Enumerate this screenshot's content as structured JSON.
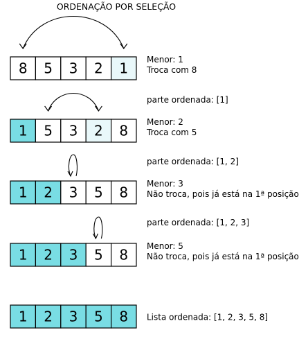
{
  "title": "ORDENAÇÃO POR SELEÇÃO",
  "colors": {
    "sorted": "#79dde4",
    "highlight": "#e9f8fa",
    "plain": "#ffffff"
  },
  "steps": [
    {
      "values": [
        "8",
        "5",
        "3",
        "2",
        "1"
      ],
      "states": [
        "plain",
        "plain",
        "plain",
        "plain",
        "highlight"
      ],
      "notes": [
        "Menor: 1",
        "Troca com 8"
      ],
      "swap": [
        0,
        4
      ]
    },
    {
      "values": [
        "1",
        "5",
        "3",
        "2",
        "8"
      ],
      "states": [
        "sorted",
        "plain",
        "plain",
        "highlight",
        "plain"
      ],
      "notes": [
        "Menor: 2",
        "Troca com 5"
      ],
      "swap": [
        1,
        3
      ]
    },
    {
      "values": [
        "1",
        "2",
        "3",
        "5",
        "8"
      ],
      "states": [
        "sorted",
        "sorted",
        "plain",
        "plain",
        "plain"
      ],
      "notes": [
        "Menor: 3",
        "Não troca, pois já está na 1ª posição"
      ],
      "swap": [
        2,
        2
      ]
    },
    {
      "values": [
        "1",
        "2",
        "3",
        "5",
        "8"
      ],
      "states": [
        "sorted",
        "sorted",
        "sorted",
        "plain",
        "plain"
      ],
      "notes": [
        "Menor: 5",
        "Não troca, pois já está na 1ª posição"
      ],
      "swap": [
        3,
        3
      ]
    },
    {
      "values": [
        "1",
        "2",
        "3",
        "5",
        "8"
      ],
      "states": [
        "sorted",
        "sorted",
        "sorted",
        "sorted",
        "sorted"
      ],
      "notes": [
        "Lista ordenada: [1, 2, 3, 5, 8]"
      ]
    }
  ],
  "partials": [
    "parte ordenada: [1]",
    "parte ordenada: [1, 2]",
    "parte ordenada: [1, 2, 3]"
  ]
}
